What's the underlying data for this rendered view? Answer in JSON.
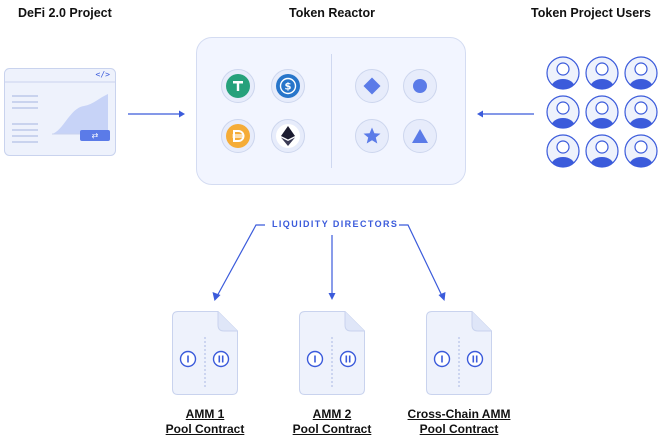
{
  "headers": {
    "left": "DeFi 2.0 Project",
    "center": "Token Reactor",
    "right": "Token Project Users"
  },
  "liquidity_label": "LIQUIDITY DIRECTORS",
  "pools": [
    {
      "line1": "AMM 1",
      "line2": "Pool Contract"
    },
    {
      "line1": "AMM 2",
      "line2": "Pool Contract"
    },
    {
      "line1": "Cross-Chain AMM",
      "line2": "Pool Contract"
    }
  ],
  "project_window": {
    "code_tag": "</>"
  },
  "tokens": {
    "crypto": [
      "tether-icon",
      "usdc-icon",
      "dai-icon",
      "ethereum-icon"
    ],
    "project": [
      "diamond-token-icon",
      "circle-token-icon",
      "star-token-icon",
      "triangle-token-icon"
    ]
  },
  "colors": {
    "accent": "#3b5bdb",
    "panel_bg": "#f2f5ff",
    "tether": "#26a17b",
    "usdc": "#2775ca",
    "dai": "#f5ac37",
    "eth": "#1b1b2f"
  }
}
